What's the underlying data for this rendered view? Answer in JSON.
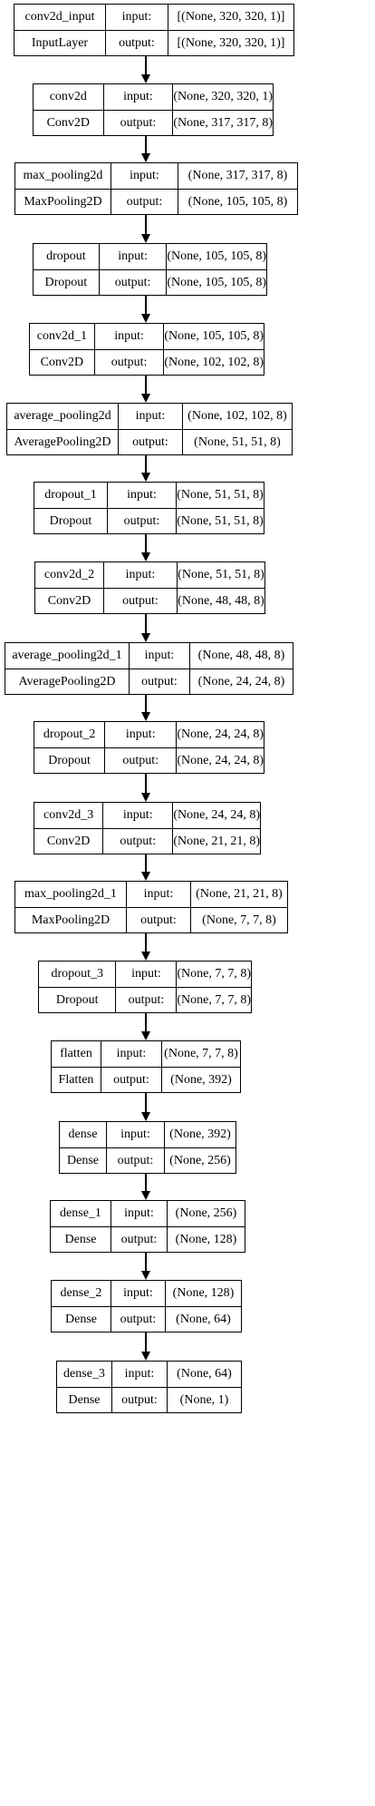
{
  "diagram": {
    "title": "",
    "layers": [
      {
        "name": "conv2d_input",
        "type": "InputLayer",
        "input_label": "input:",
        "output_label": "output:",
        "input_shape": "[(None, 320, 320, 1)]",
        "output_shape": "[(None, 320, 320, 1)]"
      },
      {
        "name": "conv2d",
        "type": "Conv2D",
        "input_label": "input:",
        "output_label": "output:",
        "input_shape": "(None, 320, 320, 1)",
        "output_shape": "(None, 317, 317, 8)"
      },
      {
        "name": "max_pooling2d",
        "type": "MaxPooling2D",
        "input_label": "input:",
        "output_label": "output:",
        "input_shape": "(None, 317, 317, 8)",
        "output_shape": "(None, 105, 105, 8)"
      },
      {
        "name": "dropout",
        "type": "Dropout",
        "input_label": "input:",
        "output_label": "output:",
        "input_shape": "(None, 105, 105, 8)",
        "output_shape": "(None, 105, 105, 8)"
      },
      {
        "name": "conv2d_1",
        "type": "Conv2D",
        "input_label": "input:",
        "output_label": "output:",
        "input_shape": "(None, 105, 105, 8)",
        "output_shape": "(None, 102, 102, 8)"
      },
      {
        "name": "average_pooling2d",
        "type": "AveragePooling2D",
        "input_label": "input:",
        "output_label": "output:",
        "input_shape": "(None, 102, 102, 8)",
        "output_shape": "(None, 51, 51, 8)"
      },
      {
        "name": "dropout_1",
        "type": "Dropout",
        "input_label": "input:",
        "output_label": "output:",
        "input_shape": "(None, 51, 51, 8)",
        "output_shape": "(None, 51, 51, 8)"
      },
      {
        "name": "conv2d_2",
        "type": "Conv2D",
        "input_label": "input:",
        "output_label": "output:",
        "input_shape": "(None, 51, 51, 8)",
        "output_shape": "(None, 48, 48, 8)"
      },
      {
        "name": "average_pooling2d_1",
        "type": "AveragePooling2D",
        "input_label": "input:",
        "output_label": "output:",
        "input_shape": "(None, 48, 48, 8)",
        "output_shape": "(None, 24, 24, 8)"
      },
      {
        "name": "dropout_2",
        "type": "Dropout",
        "input_label": "input:",
        "output_label": "output:",
        "input_shape": "(None, 24, 24, 8)",
        "output_shape": "(None, 24, 24, 8)"
      },
      {
        "name": "conv2d_3",
        "type": "Conv2D",
        "input_label": "input:",
        "output_label": "output:",
        "input_shape": "(None, 24, 24, 8)",
        "output_shape": "(None, 21, 21, 8)"
      },
      {
        "name": "max_pooling2d_1",
        "type": "MaxPooling2D",
        "input_label": "input:",
        "output_label": "output:",
        "input_shape": "(None, 21, 21, 8)",
        "output_shape": "(None, 7, 7, 8)"
      },
      {
        "name": "dropout_3",
        "type": "Dropout",
        "input_label": "input:",
        "output_label": "output:",
        "input_shape": "(None, 7, 7, 8)",
        "output_shape": "(None, 7, 7, 8)"
      },
      {
        "name": "flatten",
        "type": "Flatten",
        "input_label": "input:",
        "output_label": "output:",
        "input_shape": "(None, 7, 7, 8)",
        "output_shape": "(None, 392)"
      },
      {
        "name": "dense",
        "type": "Dense",
        "input_label": "input:",
        "output_label": "output:",
        "input_shape": "(None, 392)",
        "output_shape": "(None, 256)"
      },
      {
        "name": "dense_1",
        "type": "Dense",
        "input_label": "input:",
        "output_label": "output:",
        "input_shape": "(None, 256)",
        "output_shape": "(None, 128)"
      },
      {
        "name": "dense_2",
        "type": "Dense",
        "input_label": "input:",
        "output_label": "output:",
        "input_shape": "(None, 128)",
        "output_shape": "(None, 64)"
      },
      {
        "name": "dense_3",
        "type": "Dense",
        "input_label": "input:",
        "output_label": "output:",
        "input_shape": "(None, 64)",
        "output_shape": "(None, 1)"
      }
    ]
  }
}
